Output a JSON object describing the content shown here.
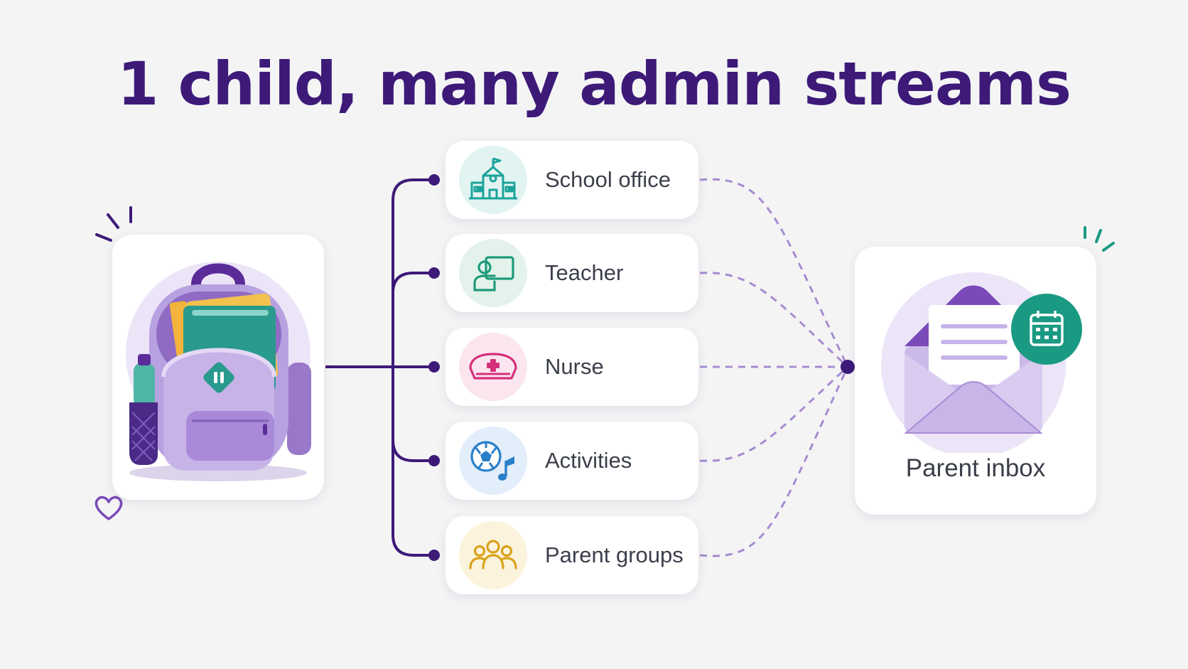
{
  "title": "1 child, many admin streams",
  "streams": [
    {
      "label": "School office",
      "icon": "school-building-icon",
      "color": "#1aa39a",
      "bg": "#e2f4f2"
    },
    {
      "label": "Teacher",
      "icon": "teacher-board-icon",
      "color": "#1e9a7a",
      "bg": "#e3f3ec"
    },
    {
      "label": "Nurse",
      "icon": "nurse-cap-icon",
      "color": "#d6307a",
      "bg": "#fbe6ef"
    },
    {
      "label": "Activities",
      "icon": "soccer-ball-music-note-icon",
      "color": "#2a7fc9",
      "bg": "#e3eefb"
    },
    {
      "label": "Parent groups",
      "icon": "parent-group-people-icon",
      "color": "#d9a21b",
      "bg": "#fcf3dd"
    }
  ],
  "inbox": {
    "label": "Parent inbox",
    "icon": "envelope-calendar-icon"
  },
  "source": {
    "icon": "backpack-icon"
  },
  "colors": {
    "title": "#3d1a78",
    "connector": "#3d1a78",
    "dashed": "#a78bd0",
    "accent": "#1a9a82",
    "lavender": "#c9b5e8"
  }
}
